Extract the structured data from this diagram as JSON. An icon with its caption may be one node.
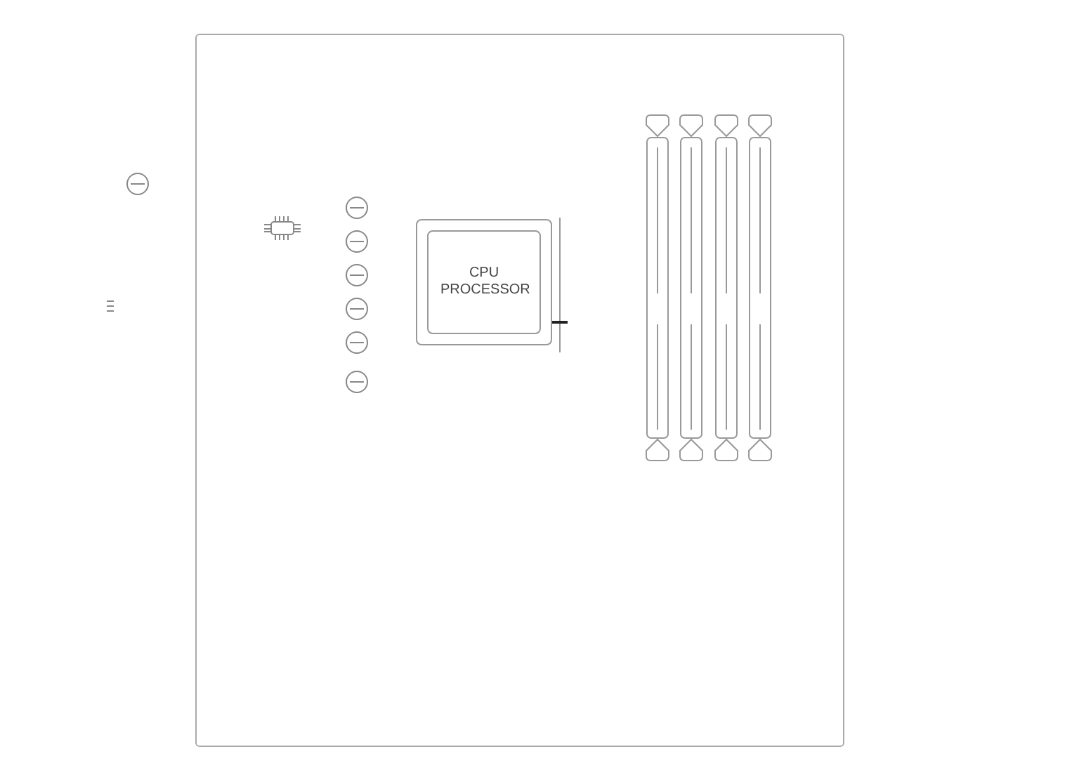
{
  "diagram": {
    "nodes": [
      {
        "text": [],
        "shape": "box"
      },
      {
        "text": [
          "CPU PROCESSOR"
        ],
        "in": 0
      }
    ],
    "edges": []
  }
}
